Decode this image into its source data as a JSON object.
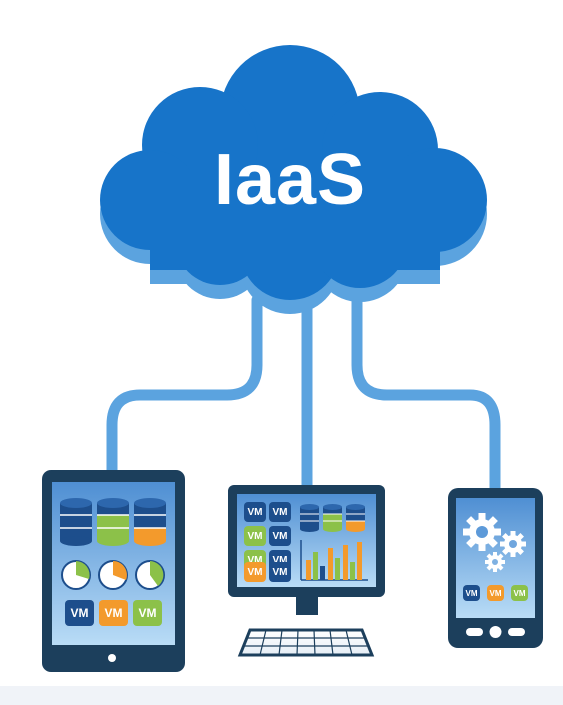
{
  "title": "IaaS",
  "vm_label": "VM",
  "colors": {
    "cloud": "#1774c9",
    "cloud_shadow": "#5ba3df",
    "connector": "#5ba3df",
    "device_frame": "#1c3f5c",
    "screen": "#7fb6e8",
    "vm_navy": "#1d4e8c",
    "vm_orange": "#f39a2c",
    "vm_green": "#8cc149"
  },
  "tablet": {
    "vm_tiles": [
      "navy",
      "orange",
      "green"
    ]
  },
  "monitor": {
    "vm_tiles": [
      "navy",
      "navy",
      "green",
      "navy",
      "green",
      "navy",
      "orange",
      "navy"
    ]
  },
  "phone": {
    "vm_tiles": [
      "navy",
      "orange",
      "green"
    ]
  }
}
